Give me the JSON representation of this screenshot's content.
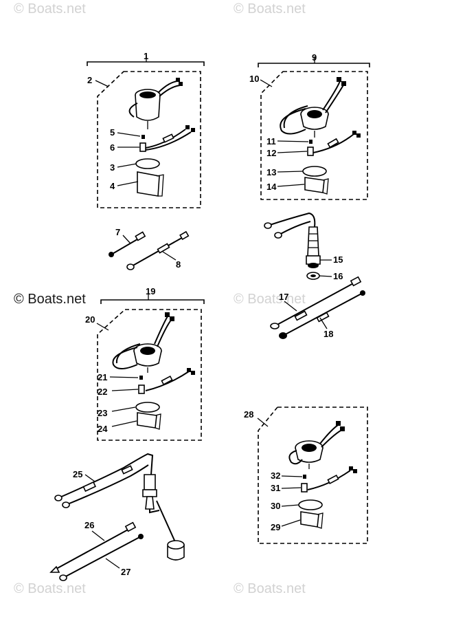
{
  "watermarks": {
    "top_left": "© Boats.net",
    "top_right": "© Boats.net",
    "mid_left": "© Boats.net",
    "mid_right": "© Boats.net",
    "bottom_left": "© Boats.net",
    "bottom_right": "© Boats.net"
  },
  "callouts": {
    "c1": "1",
    "c2": "2",
    "c3": "3",
    "c4": "4",
    "c5": "5",
    "c6": "6",
    "c7": "7",
    "c8": "8",
    "c9": "9",
    "c10": "10",
    "c11": "11",
    "c12": "12",
    "c13": "13",
    "c14": "14",
    "c15": "15",
    "c16": "16",
    "c17": "17",
    "c18": "18",
    "c19": "19",
    "c20": "20",
    "c21": "21",
    "c22": "22",
    "c23": "23",
    "c24": "24",
    "c25": "25",
    "c26": "26",
    "c27": "27",
    "c28": "28",
    "c29": "29",
    "c30": "30",
    "c31": "31",
    "c32": "32"
  }
}
